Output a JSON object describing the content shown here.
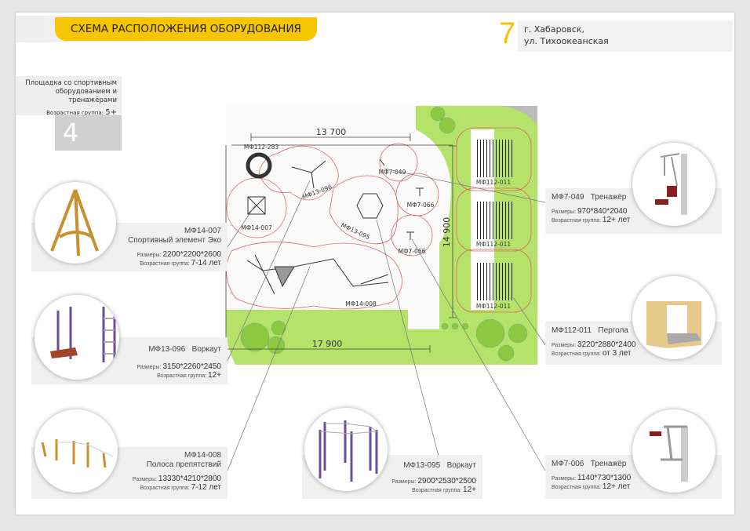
{
  "header": {
    "title": "СХЕМА РАСПОЛОЖЕНИЯ ОБОРУДОВАНИЯ",
    "page_number": "7",
    "address_line1": "г. Хабаровск,",
    "address_line2": "ул. Тихоокеанская"
  },
  "area": {
    "name_line1": "Площадка со спортивным",
    "name_line2": "оборудованием и тренажёрами",
    "age_label": "Возрастная группа:",
    "age_value": "5+",
    "number": "4"
  },
  "plan": {
    "dim_top": "13 700",
    "dim_bottom": "17 900",
    "dim_right": "14 900",
    "labels": [
      "МФ112-283",
      "МФ13-096",
      "МФ7-049",
      "МФ7-066",
      "МФ7-066",
      "МФ14-007",
      "МФ13-095",
      "МФ14-008",
      "МФ112-011",
      "МФ112-011",
      "МФ112-011"
    ]
  },
  "size_label": "Размеры:",
  "age_label": "Возрастная группа:",
  "items": [
    {
      "code": "МФ14-007",
      "name": "Спортивный элемент Эко",
      "size": "2200*2200*2600",
      "age": "7-14 лет"
    },
    {
      "code": "МФ13-096",
      "name": "Воркаут",
      "size": "3150*2260*2450",
      "age": "12+"
    },
    {
      "code": "МФ14-008",
      "name": "Полоса препятствий",
      "size": "13330*4210*2800",
      "age": "7-12 лет"
    },
    {
      "code": "МФ13-095",
      "name": "Воркаут",
      "size": "2900*2530*2500",
      "age": "12+"
    },
    {
      "code": "МФ7-049",
      "name": "Тренажёр",
      "size": "970*840*2040",
      "age": "12+ лет"
    },
    {
      "code": "МФ112-011",
      "name": "Пергола",
      "size": "3220*2880*2400",
      "age": "от 3 лет"
    },
    {
      "code": "МФ7-006",
      "name": "Тренажёр",
      "size": "1140*730*1300",
      "age": "12+ лет"
    }
  ],
  "colors": {
    "accent": "#f7c600",
    "grass": "#b5e36a",
    "zone": "#d9534f"
  }
}
